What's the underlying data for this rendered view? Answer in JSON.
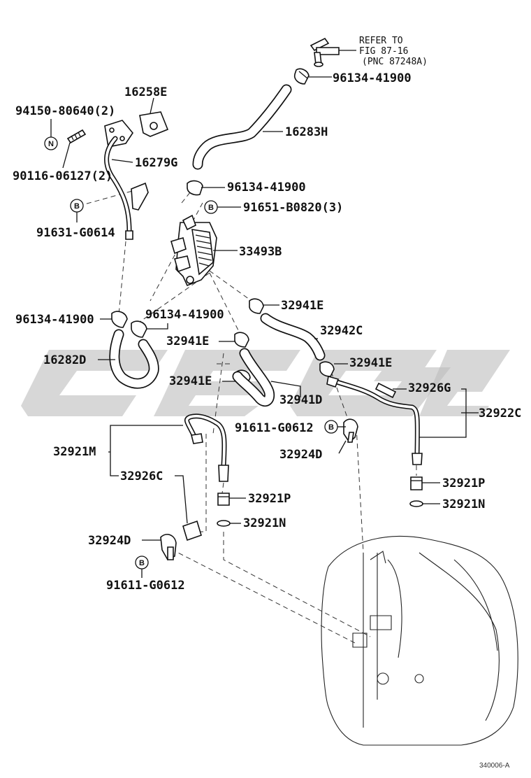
{
  "refer": {
    "line1": "REFER TO",
    "line2": "FIG 87-16",
    "line3": "(PNC 87248A)"
  },
  "labels": {
    "p96134_top": "96134-41900",
    "p16258e": "16258E",
    "p94150": "94150-80640(2)",
    "p16283h": "16283H",
    "p16279g": "16279G",
    "p90116": "90116-06127(2)",
    "p96134_mid": "96134-41900",
    "p91651": "91651-B0820(3)",
    "p91631": "91631-G0614",
    "p33493b": "33493B",
    "p32941e_a": "32941E",
    "p96134_left": "96134-41900",
    "p96134_center": "96134-41900",
    "p32942c": "32942C",
    "p32941e_b": "32941E",
    "p16282d": "16282D",
    "p32941e_c": "32941E",
    "p32941e_d": "32941E",
    "p32926g": "32926G",
    "p32941d": "32941D",
    "p32922c": "32922C",
    "p91611_right": "91611-G0612",
    "p32924d_right": "32924D",
    "p32921m": "32921M",
    "p32921p_right": "32921P",
    "p32926c": "32926C",
    "p32921n_right": "32921N",
    "p32921p_left": "32921P",
    "p32921n_left": "32921N",
    "p32924d_left": "32924D",
    "p91611_left": "91611-G0612"
  },
  "badges": {
    "n": "N",
    "b": "B"
  },
  "figure_code": "340006-A"
}
